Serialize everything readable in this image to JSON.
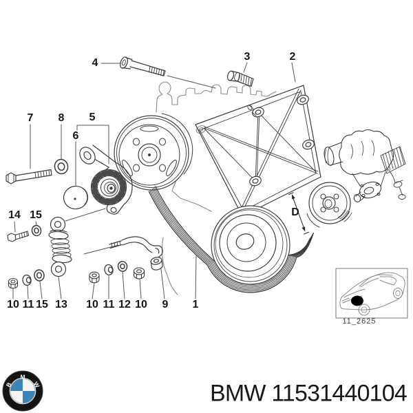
{
  "diagram": {
    "callouts": [
      {
        "id": "1",
        "label": "1"
      },
      {
        "id": "2",
        "label": "2"
      },
      {
        "id": "3",
        "label": "3"
      },
      {
        "id": "4",
        "label": "4"
      },
      {
        "id": "5",
        "label": "5"
      },
      {
        "id": "6",
        "label": "6"
      },
      {
        "id": "7",
        "label": "7"
      },
      {
        "id": "8",
        "label": "8"
      },
      {
        "id": "9",
        "label": "9"
      },
      {
        "id": "10a",
        "label": "10"
      },
      {
        "id": "10b",
        "label": "10"
      },
      {
        "id": "10c",
        "label": "10"
      },
      {
        "id": "11a",
        "label": "11"
      },
      {
        "id": "11b",
        "label": "11"
      },
      {
        "id": "12",
        "label": "12"
      },
      {
        "id": "13",
        "label": "13"
      },
      {
        "id": "14",
        "label": "14"
      },
      {
        "id": "15a",
        "label": "15"
      },
      {
        "id": "15b",
        "label": "15"
      },
      {
        "id": "D",
        "label": "D"
      }
    ],
    "thumbnail": {
      "code": "11_2625"
    }
  },
  "footer": {
    "text": "BMW 11531440104",
    "logo": {
      "letters": [
        "B",
        "M",
        "W"
      ],
      "blue": "#3d85b8",
      "ring": "#141414"
    }
  },
  "colors": {
    "line": "#3b3b3b",
    "light_line": "#8a8a8a",
    "leader": "#555555",
    "label": "#161616"
  }
}
